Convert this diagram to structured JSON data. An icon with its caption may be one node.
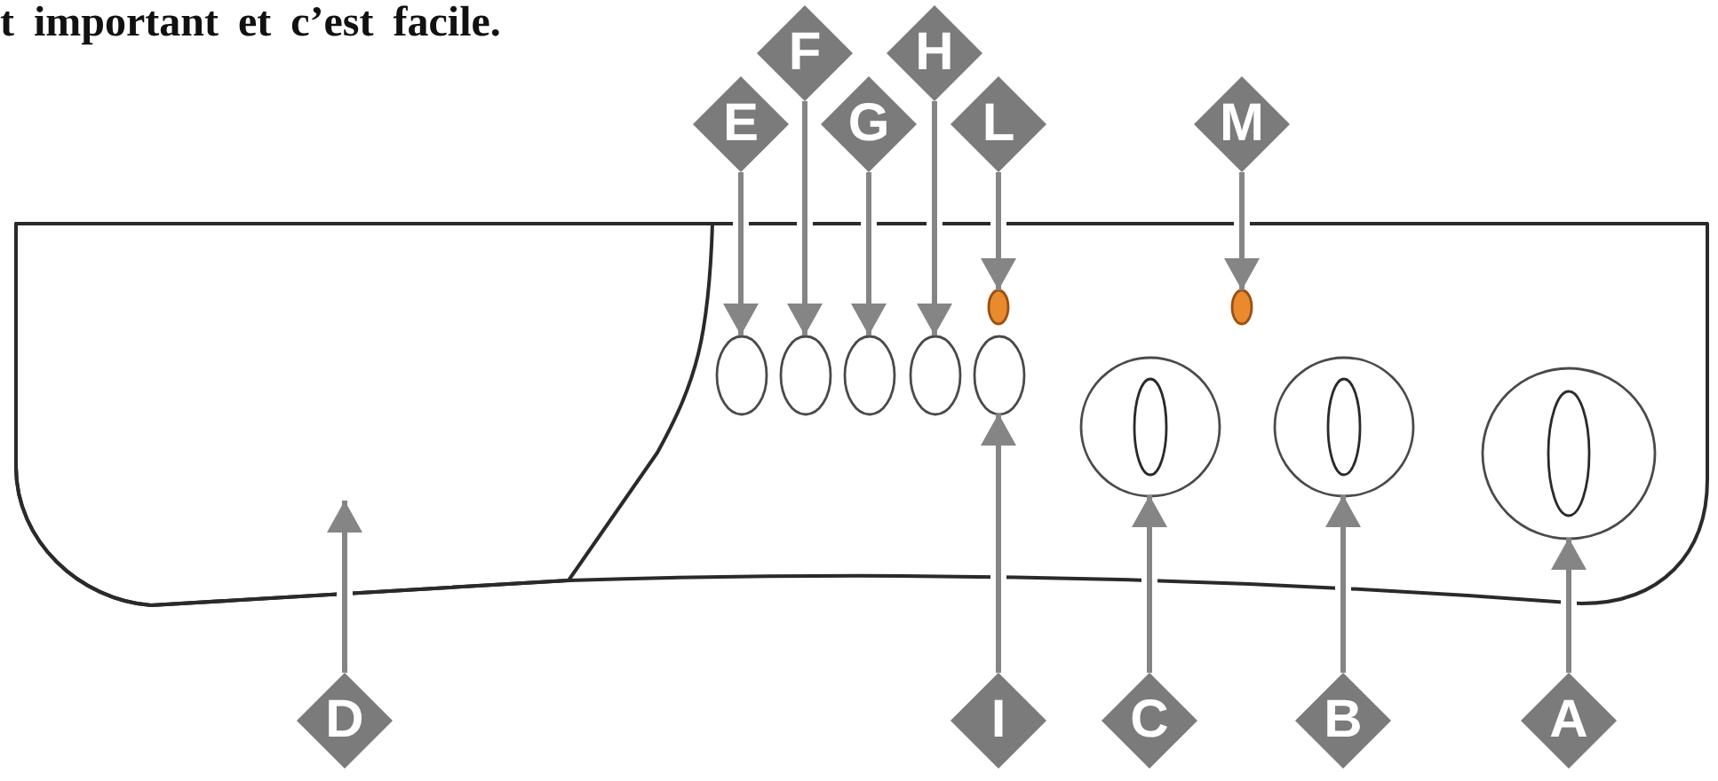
{
  "diagram": {
    "nodes": [
      {
        "text": [
          "E"
        ]
      },
      {
        "text": [
          "F"
        ]
      },
      {
        "text": [
          "G"
        ]
      },
      {
        "text": [
          "H"
        ]
      },
      {
        "text": [
          "L"
        ]
      },
      {
        "text": [
          "M"
        ]
      },
      {
        "text": [],
        "shape": "box"
      },
      {
        "text": [],
        "shape": "box",
        "in": 6
      },
      {
        "text": [],
        "shape": "ellipse",
        "in": 6
      },
      {
        "text": [],
        "shape": "ellipse",
        "in": 6
      },
      {
        "text": [],
        "shape": "ellipse",
        "in": 6
      },
      {
        "text": [],
        "shape": "ellipse",
        "in": 6
      },
      {
        "text": [],
        "shape": "ellipse",
        "in": 6
      },
      {
        "text": [],
        "shape": "ellipse",
        "in": 6
      },
      {
        "text": [],
        "shape": "ellipse",
        "in": 6
      },
      {
        "text": [],
        "shape": "circle",
        "in": 6
      },
      {
        "text": [],
        "shape": "circle",
        "in": 6
      },
      {
        "text": [],
        "shape": "circle",
        "in": 6
      },
      {
        "text": [
          "D"
        ]
      },
      {
        "text": [
          "I"
        ]
      },
      {
        "text": [
          "C"
        ]
      },
      {
        "text": [
          "B"
        ]
      },
      {
        "text": [
          "A"
        ]
      }
    ],
    "edges": [
      {
        "from": 0,
        "to": 8,
        "arrow": "to"
      },
      {
        "from": 1,
        "to": 9,
        "arrow": "to"
      },
      {
        "from": 2,
        "to": 10,
        "arrow": "to"
      },
      {
        "from": 3,
        "to": 11,
        "arrow": "to"
      },
      {
        "from": 4,
        "to": 13,
        "arrow": "to"
      },
      {
        "from": 5,
        "to": 14,
        "arrow": "to"
      },
      {
        "from": 18,
        "to": 7,
        "arrow": "to"
      },
      {
        "from": 19,
        "to": 12,
        "arrow": "to"
      },
      {
        "from": 20,
        "to": 15,
        "arrow": "to"
      },
      {
        "from": 21,
        "to": 16,
        "arrow": "to"
      },
      {
        "from": 22,
        "to": 17,
        "arrow": "to"
      }
    ],
    "labels": [
      "t important et c’est facile."
    ]
  }
}
